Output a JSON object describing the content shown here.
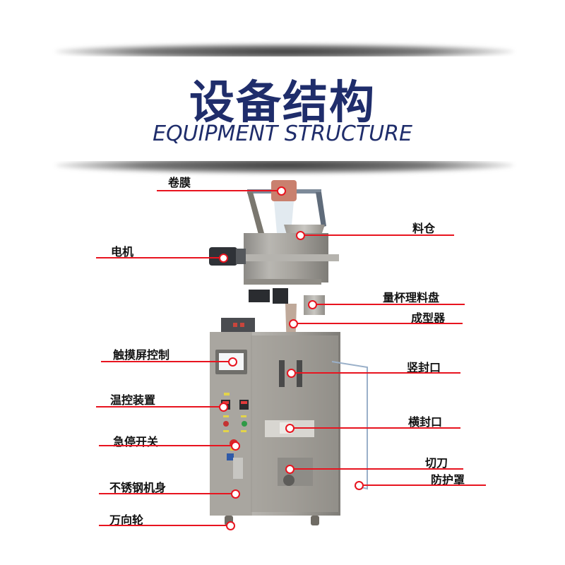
{
  "header": {
    "title_cn": "设备结构",
    "title_en": "EQUIPMENT STRUCTURE"
  },
  "colors": {
    "title": "#1f2d6b",
    "callout_line": "#e8141f",
    "label": "#111111"
  },
  "callouts": {
    "left": [
      {
        "label": "卷膜"
      },
      {
        "label": "电机"
      },
      {
        "label": "触摸屏控制"
      },
      {
        "label": "温控装置"
      },
      {
        "label": "急停开关"
      },
      {
        "label": "不锈钢机身"
      },
      {
        "label": "万向轮"
      }
    ],
    "right": [
      {
        "label": "料仓"
      },
      {
        "label": "量杯理料盘"
      },
      {
        "label": "成型器"
      },
      {
        "label": "竖封口"
      },
      {
        "label": "横封口"
      },
      {
        "label": "切刀"
      },
      {
        "label": "防护罩"
      }
    ]
  }
}
